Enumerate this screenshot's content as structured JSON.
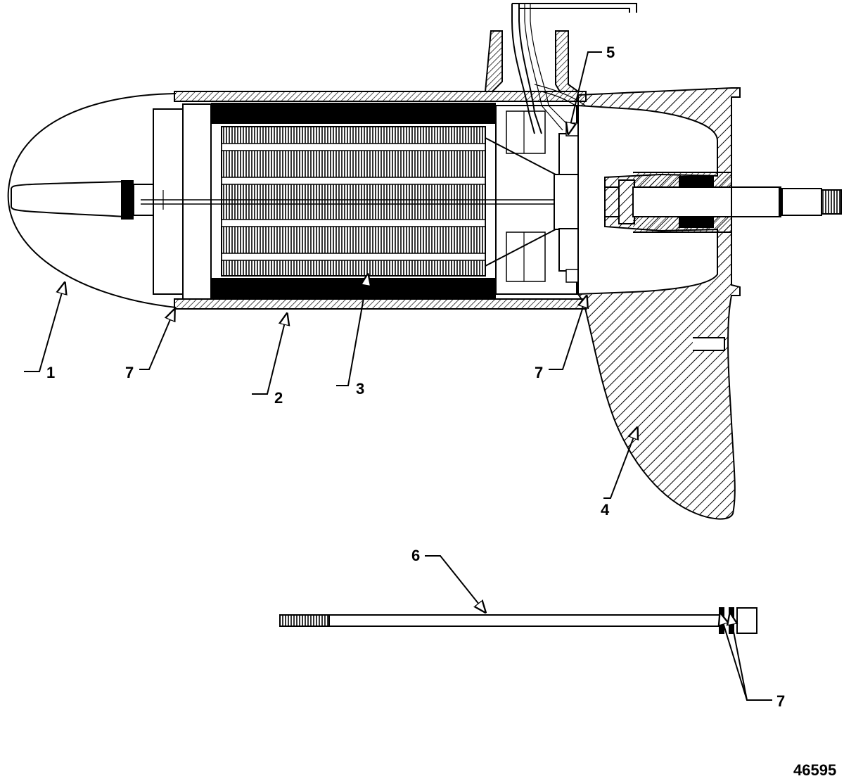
{
  "callouts": {
    "c1": "1",
    "c2": "2",
    "c3": "3",
    "c4": "4",
    "c5": "5",
    "c6": "6",
    "c7_left": "7",
    "c7_right": "7",
    "c7_bolt": "7"
  },
  "figure_number": "46595"
}
